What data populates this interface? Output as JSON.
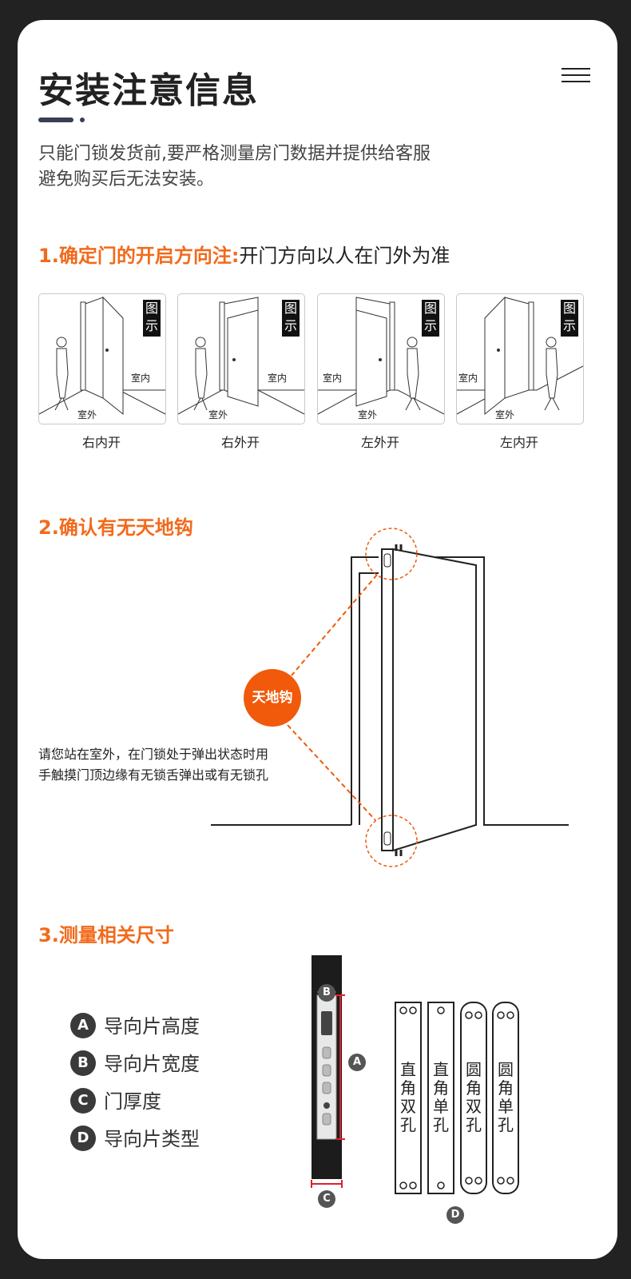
{
  "header": {
    "title": "安装注意信息",
    "menu_icon": "hamburger-menu-icon"
  },
  "intro": {
    "line1": "只能门锁发货前,要严格测量房门数据并提供给客服",
    "line2": "避免购买后无法安装。"
  },
  "section1": {
    "heading": "1.确定门的开启方向注:",
    "note": "开门方向以人在门外为准",
    "badge_text": [
      "图",
      "示"
    ],
    "indoor_label": "室内",
    "outdoor_label": "室外",
    "doors": [
      {
        "caption": "右内开"
      },
      {
        "caption": "右外开"
      },
      {
        "caption": "左外开"
      },
      {
        "caption": "左内开"
      }
    ]
  },
  "section2": {
    "heading": "2.确认有无天地钩",
    "hook_label": "天地钩",
    "description": "请您站在室外，在门锁处于弹出状态时用手触摸门顶边缘有无锁舌弹出或有无锁孔"
  },
  "section3": {
    "heading": "3.测量相关尺寸",
    "legend": [
      {
        "letter": "A",
        "label": "导向片高度"
      },
      {
        "letter": "B",
        "label": "导向片宽度"
      },
      {
        "letter": "C",
        "label": "门厚度"
      },
      {
        "letter": "D",
        "label": "导向片类型"
      }
    ],
    "plates": [
      {
        "label": "直角双孔"
      },
      {
        "label": "直角单孔"
      },
      {
        "label": "圆角双孔"
      },
      {
        "label": "圆角单孔"
      }
    ],
    "marker_A": "A",
    "marker_B": "B",
    "marker_C": "C",
    "marker_D": "D"
  },
  "colors": {
    "accent": "#f26a1b",
    "hook_circle": "#f05a0a",
    "dark": "#222222"
  }
}
